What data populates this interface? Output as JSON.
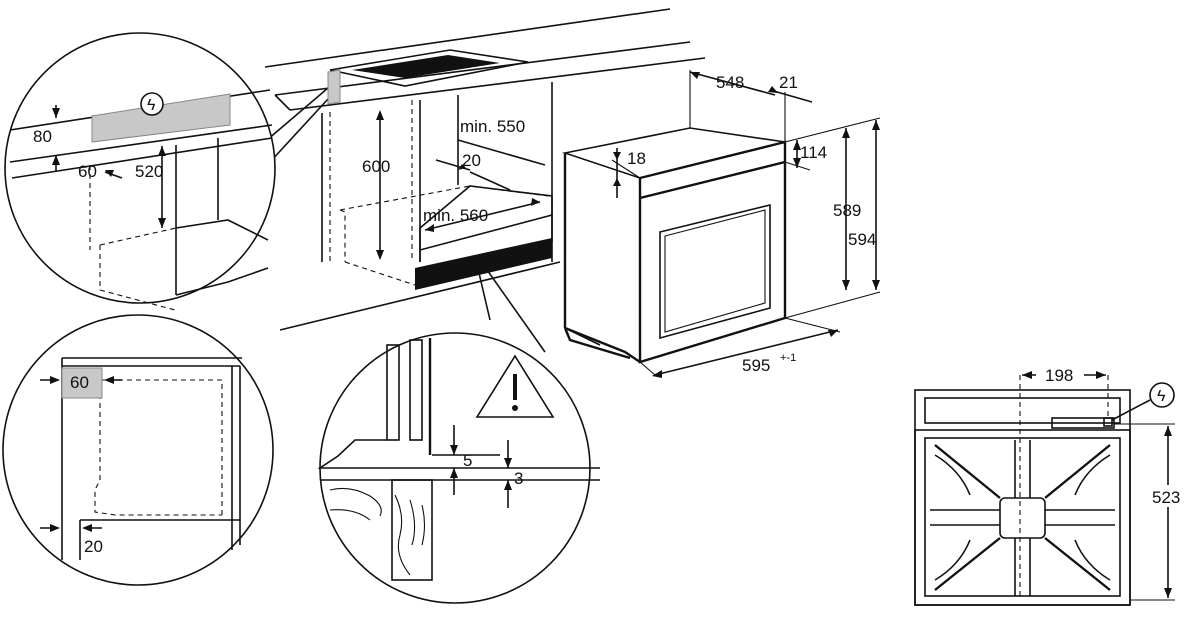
{
  "dimensions": {
    "detail_top": {
      "d80": "80",
      "d60": "60",
      "d520": "520"
    },
    "cabinet": {
      "d600": "600",
      "min550": "min. 550",
      "d20": "20",
      "min560": "min. 560"
    },
    "oven": {
      "d548": "548",
      "d21": "21",
      "d18": "18",
      "d114": "114",
      "d589": "589",
      "d594": "594",
      "d595": "595",
      "d595_tol": "+-1"
    },
    "detail_side": {
      "d60": "60",
      "d20": "20"
    },
    "detail_bottom": {
      "d5": "5",
      "d3": "3"
    },
    "hob": {
      "d198": "198",
      "d523": "523"
    }
  },
  "symbols": {
    "electric_icon": "electric-hazard-icon",
    "warning_icon": "warning-triangle-icon"
  }
}
